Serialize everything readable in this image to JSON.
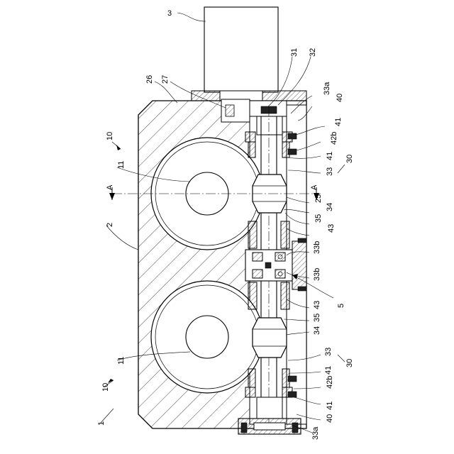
{
  "labels": {
    "l1": "1",
    "l2": "2",
    "l3": "3",
    "l5": "5",
    "l10a": "10",
    "l10b": "10",
    "l11a": "11",
    "l11b": "11",
    "l25": "25",
    "l26": "26",
    "l27": "27",
    "l30a": "30",
    "l30b": "30",
    "l31": "31",
    "l32": "32",
    "l33a": "33",
    "l33b": "33",
    "l33a_top": "33a",
    "l33a_bot": "33a",
    "l33b_1": "33b",
    "l33b_2": "33b",
    "l34a": "34",
    "l34b": "34",
    "l35a": "35",
    "l35b": "35",
    "l40a": "40",
    "l40b": "40",
    "l41a": "41",
    "l41b": "41",
    "l41c": "41",
    "l41d": "41",
    "l42b_a": "42b",
    "l42b_b": "42b",
    "l43a": "43",
    "l43b": "43",
    "secA_left": "A",
    "secA_right": "A"
  }
}
